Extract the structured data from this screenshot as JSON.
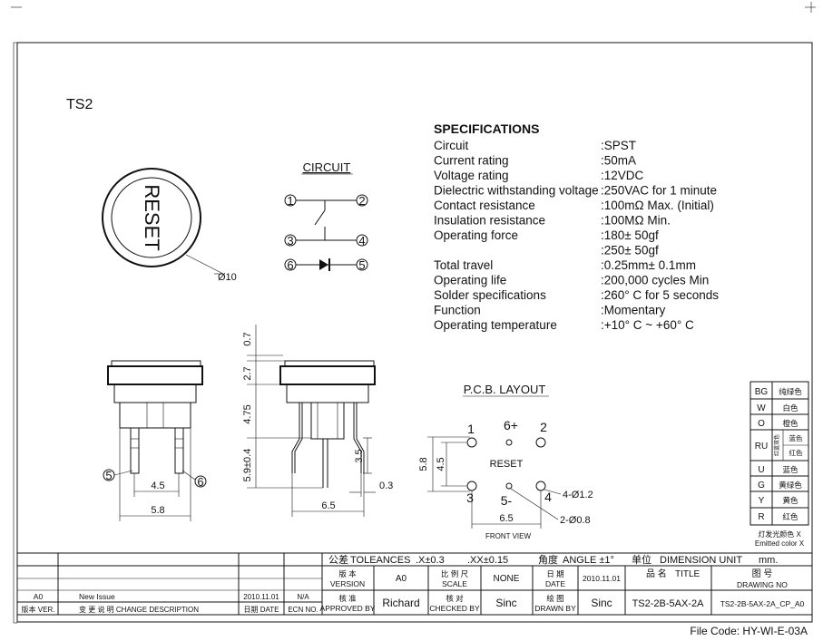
{
  "title": "TS2",
  "circuit": {
    "heading": "CIRCUIT",
    "pins": [
      "1",
      "2",
      "3",
      "4",
      "6",
      "5"
    ]
  },
  "button_face": {
    "text": "RESET",
    "diameter_label": "Ø10"
  },
  "specifications": {
    "heading": "SPECIFICATIONS",
    "rows": [
      {
        "label": "Circuit",
        "value": ":SPST"
      },
      {
        "label": "Current rating",
        "value": ":50mA"
      },
      {
        "label": "Voltage rating",
        "value": ":12VDC"
      },
      {
        "label": "Dielectric withstanding voltage",
        "value": ":250VAC for 1 minute"
      },
      {
        "label": "Contact resistance",
        "value": ":100mΩ   Max. (Initial)"
      },
      {
        "label": "Insulation resistance",
        "value": ":100MΩ   Min."
      },
      {
        "label": "Operating force",
        "value": ":180± 50gf"
      },
      {
        "label": "",
        "value": ":250± 50gf"
      },
      {
        "label": "Total travel",
        "value": ":0.25mm± 0.1mm"
      },
      {
        "label": "Operating life",
        "value": ":200,000 cycles Min"
      },
      {
        "label": "Solder specifications",
        "value": ":260°  C for 5 seconds"
      },
      {
        "label": "Function",
        "value": ":Momentary"
      },
      {
        "label": "Operating temperature",
        "value": ":+10°  C ~ +60°  C"
      }
    ]
  },
  "front_dims": {
    "pin_left": "5",
    "pin_right": "6",
    "inner": "4.5",
    "outer": "5.8"
  },
  "side_dims": {
    "v1": "0.7",
    "v2": "2.7",
    "v3": "4.75",
    "v4": "5.9±0.4",
    "v5": "3.5",
    "h1": "6.5",
    "h2": "0.3"
  },
  "pcb": {
    "heading": "P.C.B. LAYOUT",
    "pin_labels": [
      "1",
      "6+",
      "2",
      "3",
      "5-",
      "4"
    ],
    "center_text": "RESET",
    "dims": {
      "v_outer": "5.8",
      "v_inner": "4.5",
      "h": "6.5",
      "hole_large": "4-Ø1.2",
      "hole_small": "2-Ø0.8"
    },
    "view_label": "FRONT VIEW"
  },
  "color_table": {
    "rows": [
      {
        "code": "BG",
        "cn": "纯绿色"
      },
      {
        "code": "W",
        "cn": "白色"
      },
      {
        "code": "O",
        "cn": "橙色"
      },
      {
        "code": "RU",
        "cn": "",
        "sub": [
          "蓝色",
          "红色"
        ],
        "side": "红蓝双色"
      },
      {
        "code": "U",
        "cn": "蓝色"
      },
      {
        "code": "G",
        "cn": "黄绿色"
      },
      {
        "code": "Y",
        "cn": "黄色"
      },
      {
        "code": "R",
        "cn": "红色"
      }
    ],
    "footer": [
      "灯发光颜色 X",
      "Emitted color X"
    ]
  },
  "title_block": {
    "tolerance_cn": "公差",
    "tolerance_en": "TOLEANCES",
    "tol1": ".X±0.3",
    "tol2": ".XX±0.15",
    "angle_cn": "角度",
    "angle_en": "ANGLE ±1°",
    "unit_cn": "单位",
    "unit_en": "DIMENSION UNIT",
    "unit_value": "mm.",
    "version_cn": "版 本",
    "version_en": "VERSION",
    "version_value": "A0",
    "scale_cn": "比 例 尺",
    "scale_en": "SCALE",
    "scale_value": "NONE",
    "date_cn": "日 期",
    "date_en": "DATE",
    "date_value": "2010.11.01",
    "name_cn": "品 名",
    "name_en": "TITLE",
    "drawing_cn": "图 号",
    "drawing_en": "DRAWING NO",
    "approved_cn": "核 准",
    "approved_en": "APPROVED BY",
    "approved_value": "Richard",
    "checked_cn": "核 对",
    "checked_en": "CHECKED BY",
    "checked_value": "Sinc",
    "drawn_cn": "绘 图",
    "drawn_en": "DRAWN BY",
    "drawn_value": "Sinc",
    "title_value": "TS2-2B-5AX-2A",
    "drawing_value": "TS2-2B-5AX-2A_CP_A0",
    "rev_value": "A0",
    "rev_desc": "New Issue",
    "rev_date": "2010.11.01",
    "rev_ecn": "N/A",
    "rev_ver_label": "版本 VER.",
    "rev_desc_label": "变 更 说 明   CHANGE DESCRIPTION",
    "rev_date_label": "日期 DATE",
    "rev_ecn_label": "ECN NO."
  },
  "file_code": "File Code: HY-WI-E-03A"
}
